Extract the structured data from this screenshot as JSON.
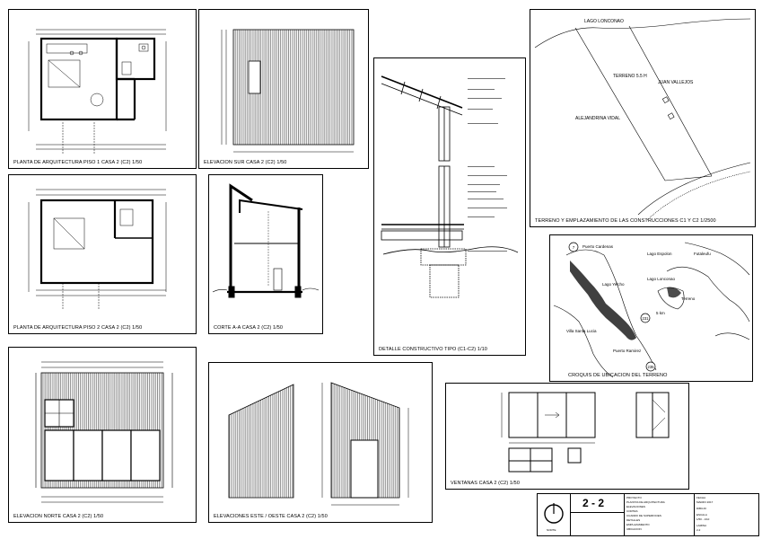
{
  "sheet": {
    "number": "2 - 2",
    "north_label": "NORTE"
  },
  "panels": {
    "plan1": {
      "caption": "PLANTA DE ARQUITECTURA PISO 1 CASA 2 (C2) 1/50"
    },
    "elev_sur": {
      "caption": "ELEVACION SUR CASA 2 (C2) 1/50"
    },
    "detail": {
      "caption": "DETALLE CONSTRUCTIVO TIPO (C1-C2) 1/10"
    },
    "terrain": {
      "caption": "TERRENO Y EMPLAZAMIENTO DE LAS CONSTRUCCIONES C1 Y C2 1/2500",
      "labels": [
        "LAGO LONCONAO",
        "TERRENO 5.5 H",
        "JUAN VALLEJOS",
        "ALEJANDRINA VIDAL"
      ]
    },
    "plan2": {
      "caption": "PLANTA DE ARQUITECTURA PISO 2 CASA 2 (C2) 1/50"
    },
    "section": {
      "caption": "CORTE A-A CASA 2 (C2) 1/50"
    },
    "location": {
      "caption": "CROQUIS DE UBICACION DEL TERRENO",
      "labels": [
        "Puerto Cardenas",
        "Lago Espolon",
        "Futaleufu",
        "Lago Yelcho",
        "Lago Lonconao",
        "Puerto Ramirez",
        "Villa Santa Lucia",
        "Terreno",
        "5 km"
      ],
      "route_shields": [
        "7",
        "231",
        "235"
      ]
    },
    "elev_norte": {
      "caption": "ELEVACION NORTE CASA 2 (C2) 1/50"
    },
    "elev_este": {
      "caption": "ELEVACIONES ESTE / OESTE CASA 2 (C2) 1/50"
    },
    "windows": {
      "caption": "VENTANAS CASA 2 (C2) 1/50"
    }
  },
  "title_block": {
    "rows_left": [
      "PROYECTO",
      "PLANTAS DE ARQUITECTURA",
      "ELEVACIONES",
      "CORTES",
      "CUADRO DE SUPERFICIES",
      "DETALLES",
      "EMPLAZAMIENTO",
      "UBICACION"
    ],
    "rows_right": [
      "FECHA",
      "MARZO 2017",
      "DIBUJO",
      "ESCALA",
      "1/50 - 1/10",
      "LAMINA",
      "2-2"
    ]
  }
}
